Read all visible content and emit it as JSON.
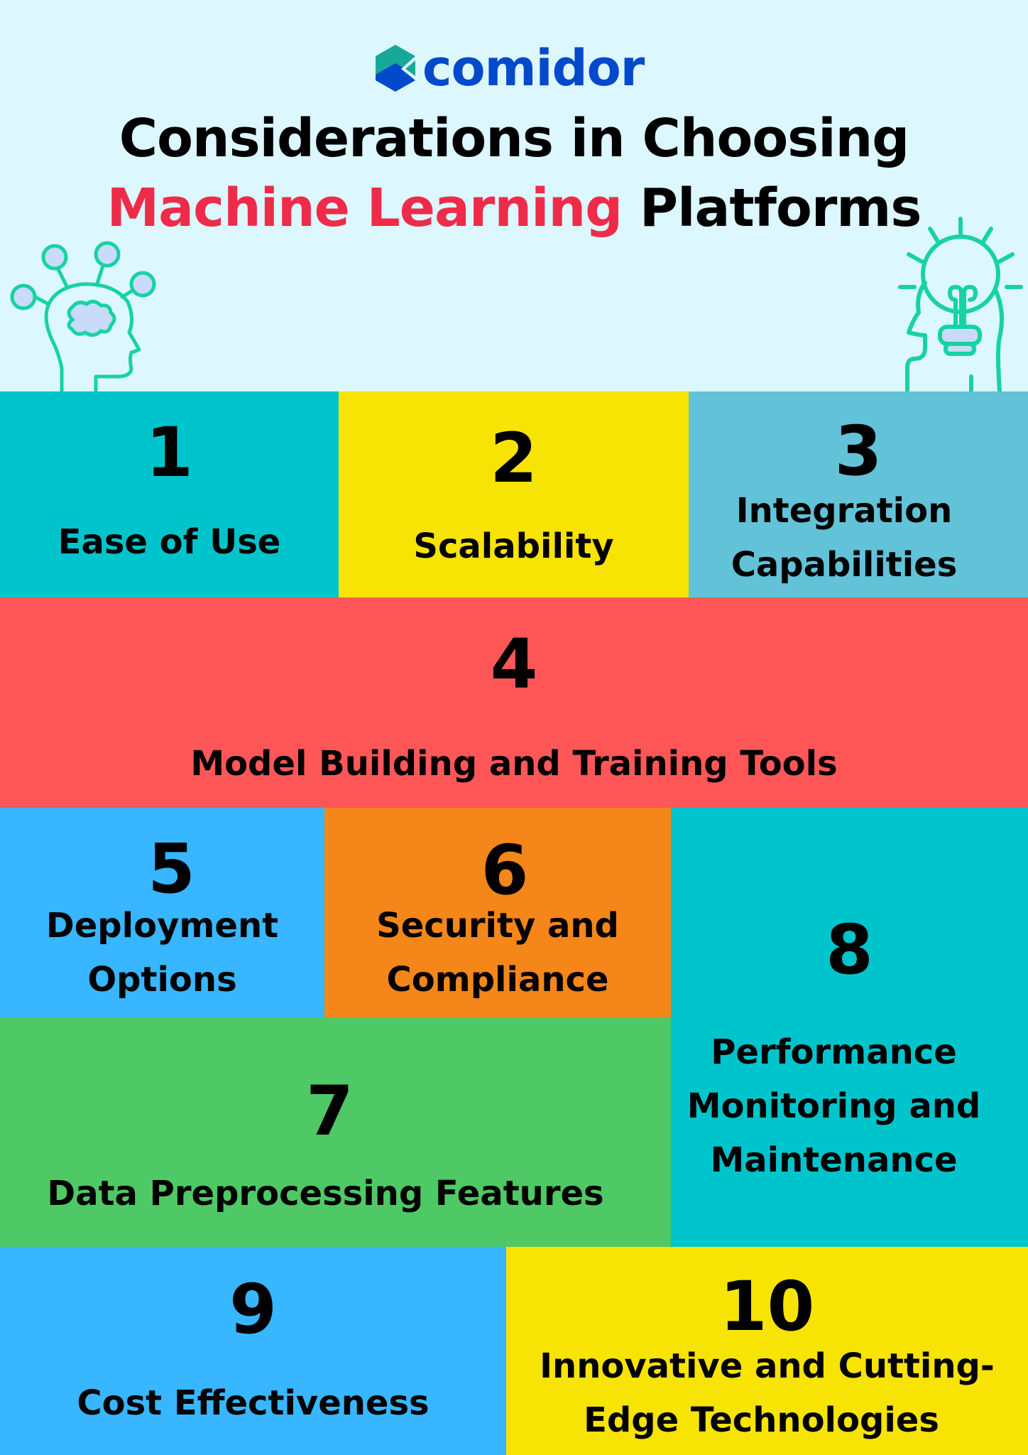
{
  "brand": {
    "name": "comidor",
    "colors": {
      "logo_blue": "#0249CC",
      "logo_teal": "#16A99A",
      "accent_red": "#EF2B4A",
      "background": "#DDF7FF",
      "icon_stroke": "#17D2A4",
      "icon_fill": "#C9DBF8"
    }
  },
  "title": {
    "line1": "Considerations in Choosing",
    "line2_accent": "Machine Learning",
    "line2_rest": " Platforms"
  },
  "icons": {
    "left": "head-network-icon",
    "right": "head-lightbulb-icon"
  },
  "items": [
    {
      "number": "1",
      "label": "Ease of Use",
      "color": "#00C4CC"
    },
    {
      "number": "2",
      "label": "Scalability",
      "color": "#F7E304"
    },
    {
      "number": "3",
      "label_line1": "Integration",
      "label_line2": "Capabilities",
      "color": "#62C2D8"
    },
    {
      "number": "4",
      "label": "Model Building and Training Tools",
      "color": "#FF5757"
    },
    {
      "number": "5",
      "label_line1": "Deployment",
      "label_line2": "Options",
      "color": "#38B6FF"
    },
    {
      "number": "6",
      "label_line1": "Security and",
      "label_line2": "Compliance",
      "color": "#F4861A"
    },
    {
      "number": "7",
      "label": "Data Preprocessing Features",
      "color": "#4FC866"
    },
    {
      "number": "8",
      "label_line1": "Performance",
      "label_line2": "Monitoring and",
      "label_line3": "Maintenance",
      "color": "#00C4CC"
    },
    {
      "number": "9",
      "label": "Cost Effectiveness",
      "color": "#38B6FF"
    },
    {
      "number": "10",
      "label_line1": "Innovative and Cutting-",
      "label_line2": "Edge Technologies",
      "color": "#F7E304"
    }
  ]
}
